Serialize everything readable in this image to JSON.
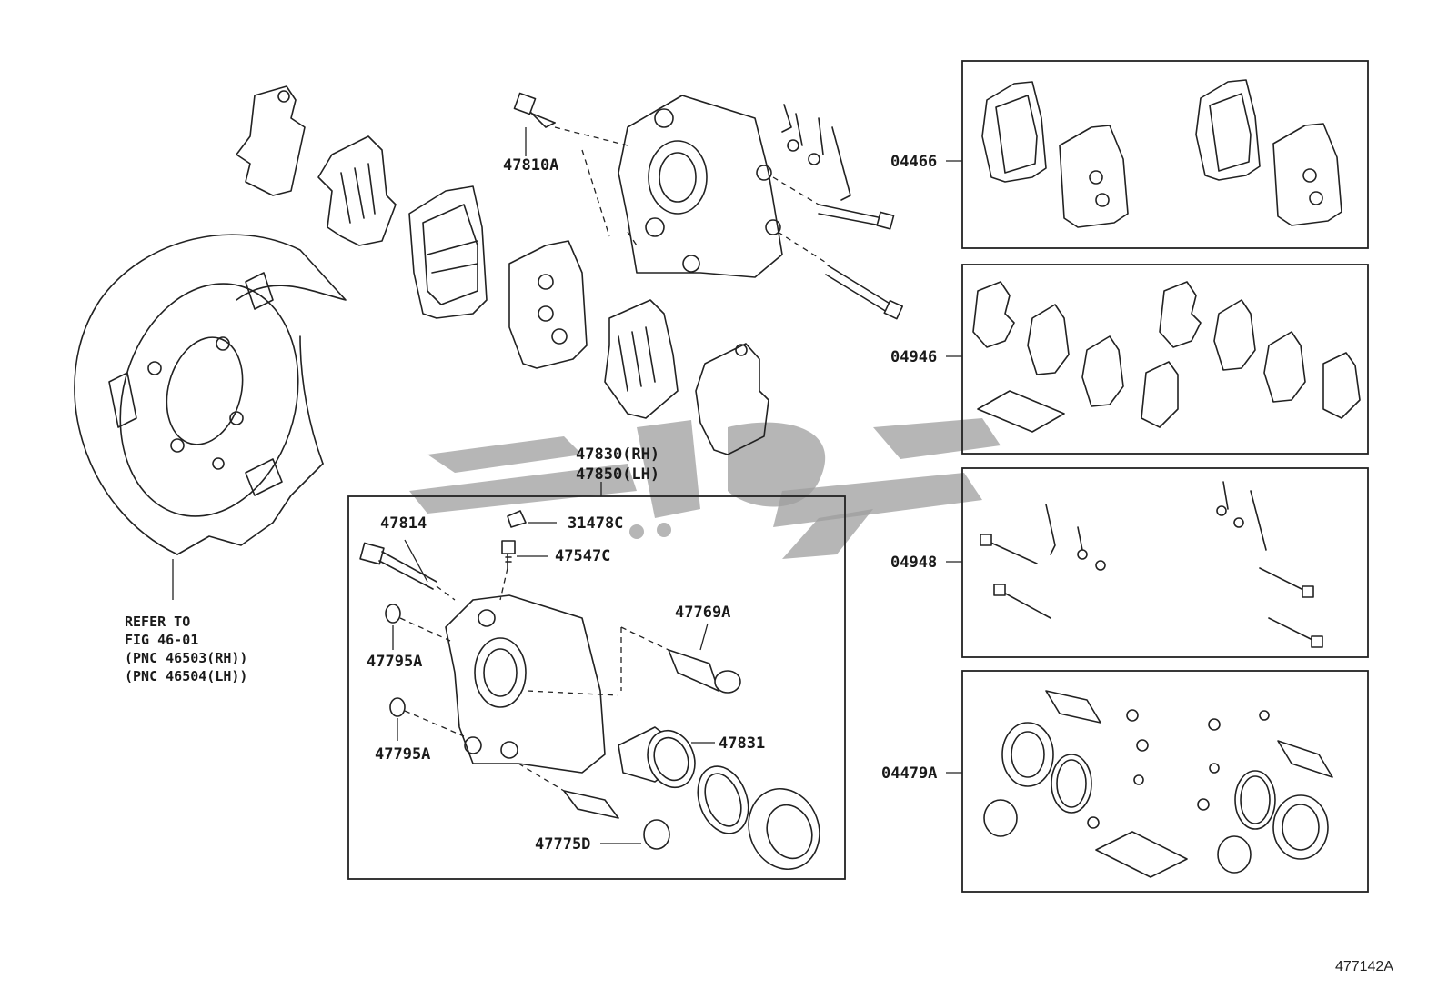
{
  "diagram": {
    "code": "477142A",
    "note": {
      "line1": "REFER TO",
      "line2": "FIG 46-01",
      "line3": "(PNC 46503(RH))",
      "line4": "(PNC 46504(LH))"
    },
    "labels": {
      "p47810A": "47810A",
      "p47830": "47830(RH)",
      "p47850": "47850(LH)",
      "p47814": "47814",
      "p31478C": "31478C",
      "p47547C": "47547C",
      "p47769A": "47769A",
      "p47795A_1": "47795A",
      "p47795A_2": "47795A",
      "p47831": "47831",
      "p47775D": "47775D",
      "p04466": "04466",
      "p04946": "04946",
      "p04948": "04948",
      "p04479A": "04479A"
    }
  }
}
